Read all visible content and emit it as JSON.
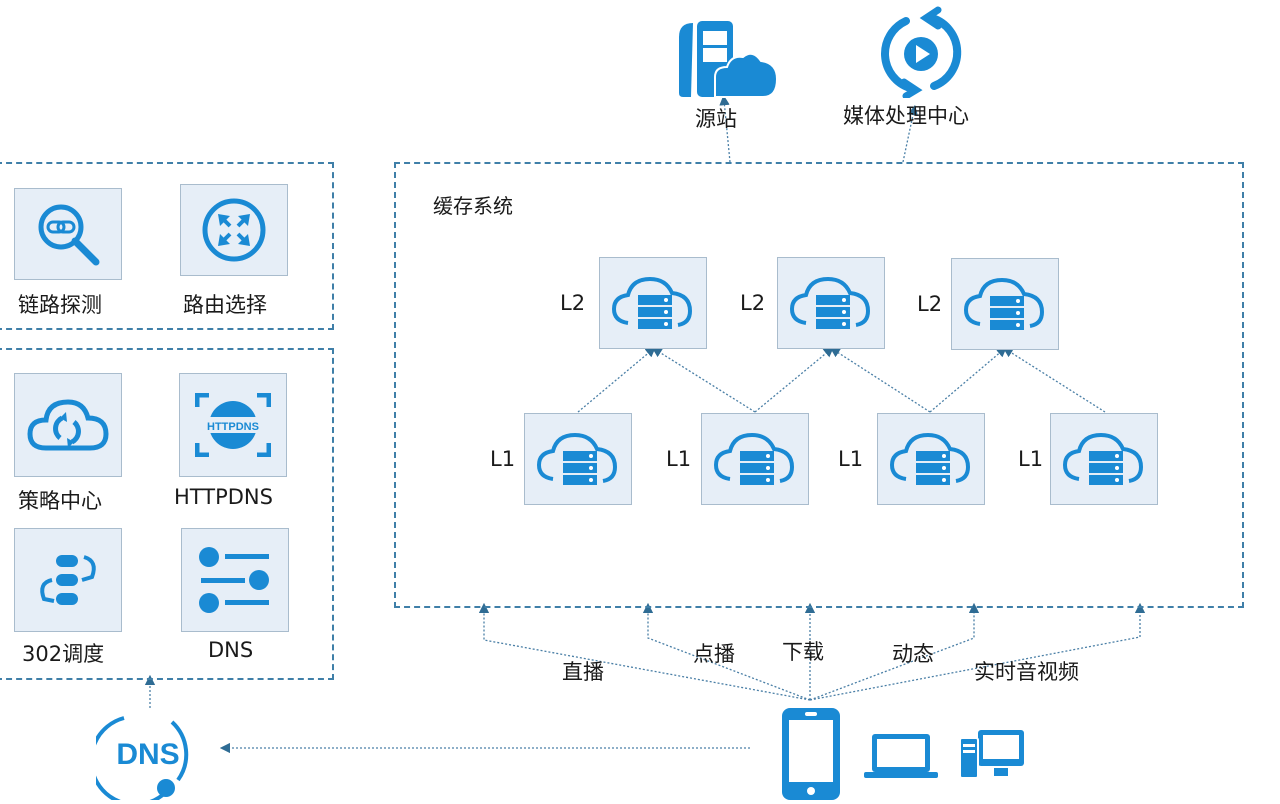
{
  "top": {
    "origin": {
      "label": "源站",
      "icon": "origin-server-cloud-icon"
    },
    "media": {
      "label": "媒体处理中心",
      "icon": "media-processing-icon"
    }
  },
  "cache_system": {
    "title": "缓存系统",
    "l2_nodes": [
      {
        "level": "L2"
      },
      {
        "level": "L2"
      },
      {
        "level": "L2"
      }
    ],
    "l1_nodes": [
      {
        "level": "L1"
      },
      {
        "level": "L1"
      },
      {
        "level": "L1"
      },
      {
        "level": "L1"
      }
    ]
  },
  "left_panel_top": {
    "items": [
      {
        "label": "链路探测",
        "icon": "link-probe-icon"
      },
      {
        "label": "路由选择",
        "icon": "route-select-icon"
      }
    ]
  },
  "left_panel_bottom": {
    "items": [
      {
        "label": "策略中心",
        "icon": "policy-cloud-icon"
      },
      {
        "label": "HTTPDNS",
        "icon": "httpdns-icon",
        "icon_text": "HTTPDNS"
      },
      {
        "label": "302调度",
        "icon": "redirect-schedule-icon"
      },
      {
        "label": "DNS",
        "icon": "dns-list-icon"
      }
    ]
  },
  "services": [
    "直播",
    "点播",
    "下载",
    "动态",
    "实时音视频"
  ],
  "dns_badge": {
    "text": "DNS"
  },
  "devices": [
    "phone",
    "laptop",
    "desktop"
  ],
  "colors": {
    "accent": "#1a8ad4",
    "tile_bg": "#e6eef7",
    "dash": "#3f7fa8"
  }
}
